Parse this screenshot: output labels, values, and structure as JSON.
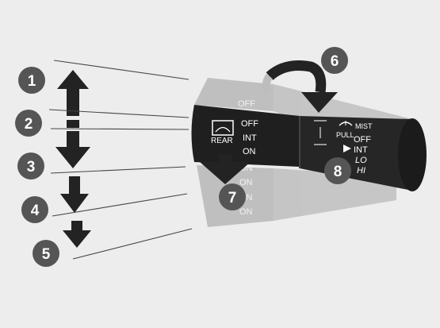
{
  "callouts": [
    {
      "number": "1"
    },
    {
      "number": "2"
    },
    {
      "number": "3"
    },
    {
      "number": "4"
    },
    {
      "number": "5"
    },
    {
      "number": "6"
    },
    {
      "number": "7"
    },
    {
      "number": "8"
    }
  ],
  "rear_band": {
    "name": "REAR",
    "positions": [
      "OFF",
      "INT",
      "ON"
    ]
  },
  "front_band": {
    "mist": "MIST",
    "pull": "PULL",
    "positions": [
      "OFF",
      "INT",
      "LO",
      "HI"
    ]
  },
  "ghost_labels": [
    "OFF",
    "ON",
    "ON",
    "ON",
    "ON"
  ],
  "colors": {
    "background": "#ededed",
    "lever_dark": "#1f1f1f",
    "lever_ghost": "#9a9a9a",
    "callout_fill": "#555555",
    "callout_text": "#ffffff",
    "arrow_dark": "#232323",
    "arrow_ghost": "#bdbdbd"
  }
}
